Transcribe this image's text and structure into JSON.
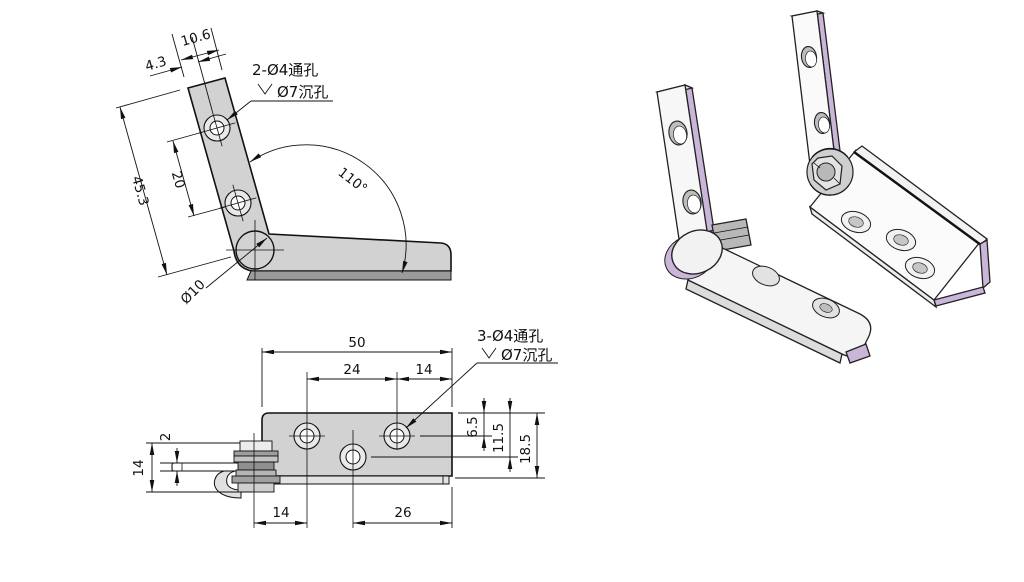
{
  "front_view": {
    "dim_arm_width": "10.6",
    "dim_hole_offset": "4.3",
    "dim_arm_length": "45.3",
    "dim_hole_spacing": "20",
    "dim_angle": "110°",
    "dim_pivot_dia": "Ø10",
    "note_line1": "2-Ø4通孔",
    "note_line2": "Ø7沉孔"
  },
  "bottom_view": {
    "dim_length": "50",
    "dim_hole_span": "24",
    "dim_hole_edge": "14",
    "dim_row1_offset": "6.5",
    "dim_row2_offset": "11.5",
    "dim_width": "18.5",
    "dim_arm_thickness": "2",
    "dim_stack_height": "14",
    "dim_pivot_to_hole": "14",
    "dim_hole_to_edge": "26",
    "note_line1": "3-Ø4通孔",
    "note_line2": "Ø7沉孔"
  },
  "colors": {
    "line": "#111111",
    "part_fill": "#d2d2d2",
    "edge_band": "#9b9b9b",
    "lip_fill": "#e3e3e3",
    "iso_face": "#f7f7f7",
    "iso_accent": "#c9b6d8"
  }
}
